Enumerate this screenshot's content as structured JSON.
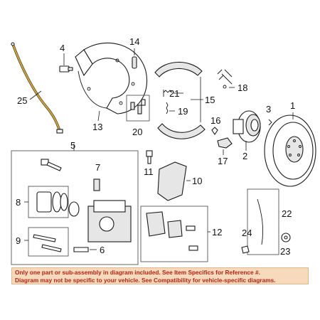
{
  "callouts": {
    "c1": "1",
    "c2": "2",
    "c3": "3",
    "c4": "4",
    "c5": "5",
    "c6": "6",
    "c7": "7",
    "c8": "8",
    "c9": "9",
    "c10": "10",
    "c11": "11",
    "c12": "12",
    "c13": "13",
    "c14": "14",
    "c15": "15",
    "c16": "16",
    "c17": "17",
    "c18": "18",
    "c19": "19",
    "c20": "20",
    "c21": "21",
    "c22": "22",
    "c23": "23",
    "c24": "24",
    "c25": "25"
  },
  "disclaimer": {
    "line1": "Only one part or sub-assembly in diagram included. See Item Specifics for Reference #.",
    "line2": "Diagram may not be specific to your vehicle. See Compatibility for vehicle-specific diagrams."
  },
  "colors": {
    "disclaimer_text": "#b22418",
    "disclaimer_bg": "#f7d9bb",
    "wire": "#c9a33a"
  }
}
